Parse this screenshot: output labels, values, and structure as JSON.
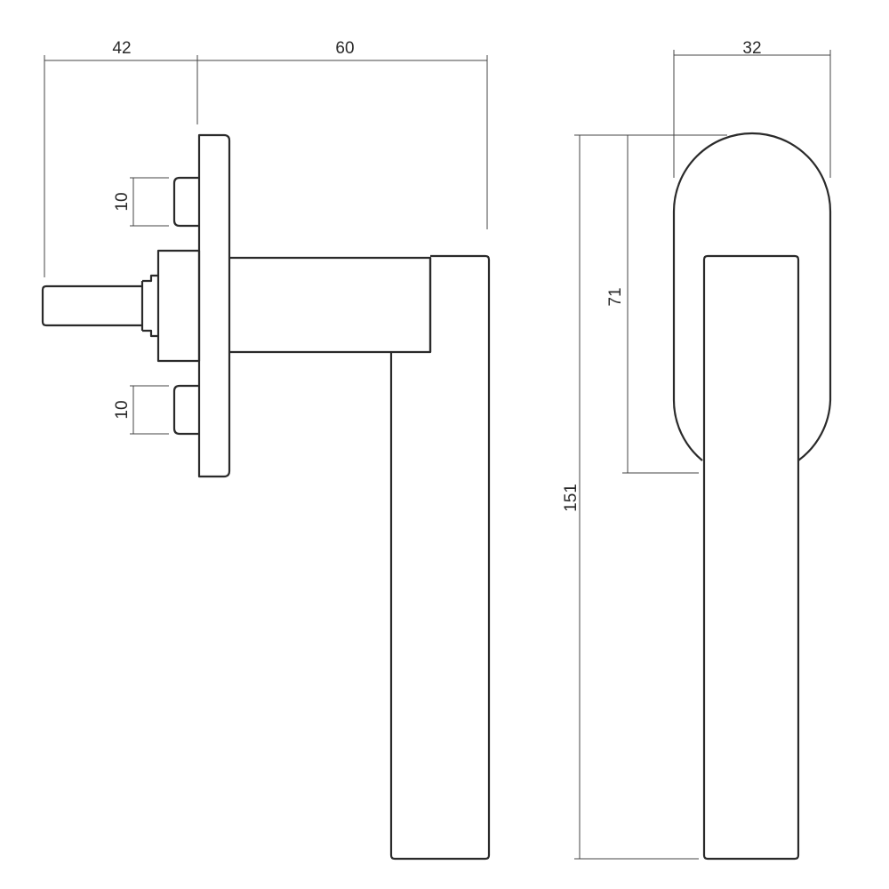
{
  "drawing": {
    "line_color": "#2a2a2a",
    "dimension_color": "#444444",
    "background": "#ffffff"
  },
  "side_view": {
    "dimensions": {
      "spindle_length": "42",
      "handle_projection": "60",
      "screw_upper": "10",
      "screw_lower": "10"
    }
  },
  "front_view": {
    "dimensions": {
      "rose_width": "32",
      "rose_height": "71",
      "total_height": "151"
    }
  }
}
